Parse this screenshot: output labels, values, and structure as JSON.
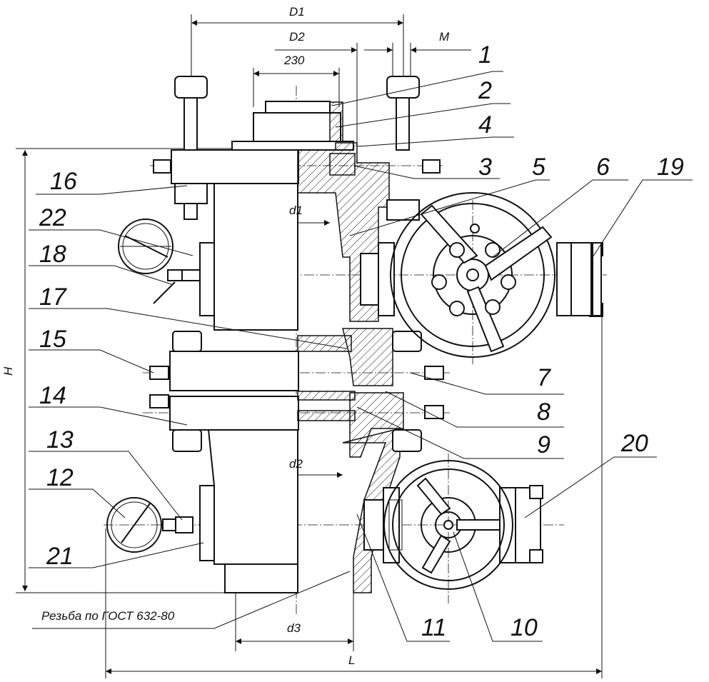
{
  "drawing": {
    "dimensions": {
      "D1": "D1",
      "D2": "D2",
      "M": "M",
      "d230": "230",
      "d1": "d1",
      "d2": "d2",
      "d3": "d3",
      "H": "H",
      "L": "L"
    },
    "callouts": [
      "1",
      "2",
      "4",
      "3",
      "5",
      "6",
      "19",
      "16",
      "22",
      "18",
      "17",
      "15",
      "14",
      "13",
      "12",
      "21",
      "7",
      "8",
      "9",
      "20",
      "11",
      "10"
    ],
    "thread_note": "Резьба по ГОСТ 632-80"
  }
}
